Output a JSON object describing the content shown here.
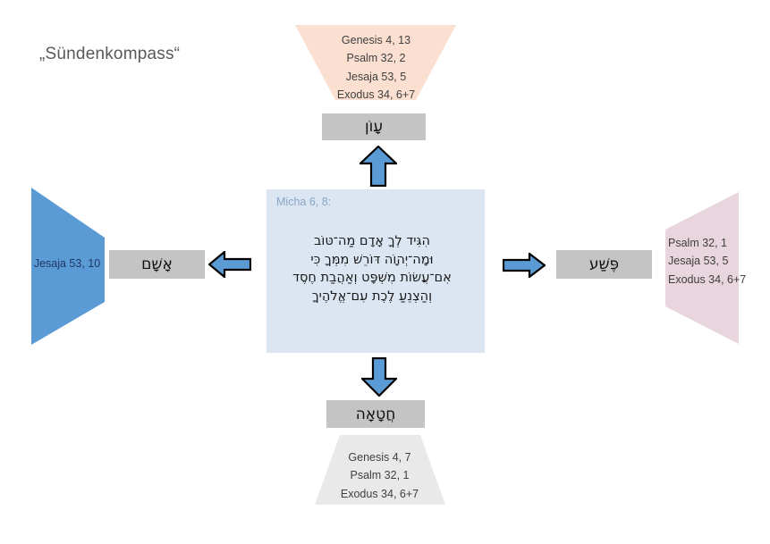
{
  "title": "„Sündenkompass“",
  "colors": {
    "center_box": "#dce6f2",
    "label_gray": "#c4c4c4",
    "arrow_blue": "#5b9bd5",
    "trap_top_peach": "#fbe0d2",
    "trap_bottom_gray": "#e9e9e9",
    "trap_left_blue": "#5b9bd5",
    "trap_right_pink": "#e8d5de",
    "title_text": "#595959"
  },
  "center": {
    "reference": "Micha 6, 8:",
    "hebrew_lines": [
      "הִגִּיד לְךָ אָדָם מַה־טּוֹב",
      "וּמָה־יְהוָֹה דּוֹרֵשׁ מִמְּךָ כִּי",
      "אִם־עֲשׂוֹת מִשְׁפָּט וְאַהֲבַת חֶסֶד",
      "וְהַצְנֵעַ לֶכֶת עִם־אֱלֹהֶיךָ"
    ]
  },
  "nodes": {
    "top": {
      "label": "עָוֹן",
      "arrow": "arrow-up",
      "references": [
        "Genesis 4, 13",
        "Psalm 32, 2",
        "Jesaja 53, 5",
        "Exodus 34, 6+7"
      ]
    },
    "bottom": {
      "label": "חֲטָאָה",
      "arrow": "arrow-down",
      "references": [
        "Genesis 4, 7",
        "Psalm 32, 1",
        "Exodus 34, 6+7"
      ]
    },
    "left": {
      "label": "אָשָׁם",
      "arrow": "arrow-left",
      "references": [
        "Jesaja 53, 10"
      ]
    },
    "right": {
      "label": "פֶּשַׁע",
      "arrow": "arrow-right",
      "references": [
        "Psalm 32, 1",
        "Jesaja 53, 5",
        "Exodus 34, 6+7"
      ]
    }
  }
}
